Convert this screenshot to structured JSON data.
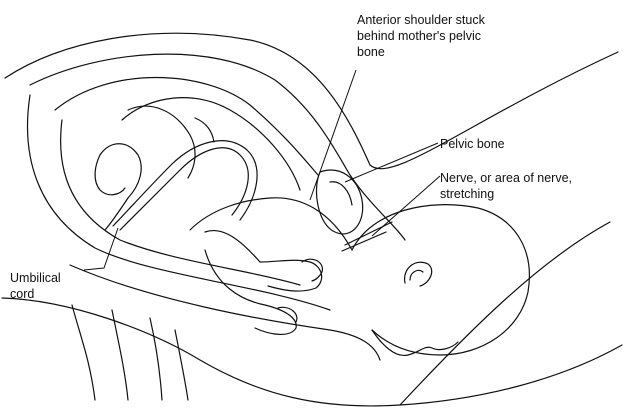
{
  "labels": {
    "anterior_shoulder": "Anterior shoulder stuck\nbehind mother's pelvic\nbone",
    "pelvic_bone": "Pelvic bone",
    "nerve": "Nerve, or area of nerve,\nstretching",
    "umbilical_cord": "Umbilical\ncord"
  },
  "colors": {
    "line": "#111111",
    "background": "#ffffff"
  }
}
